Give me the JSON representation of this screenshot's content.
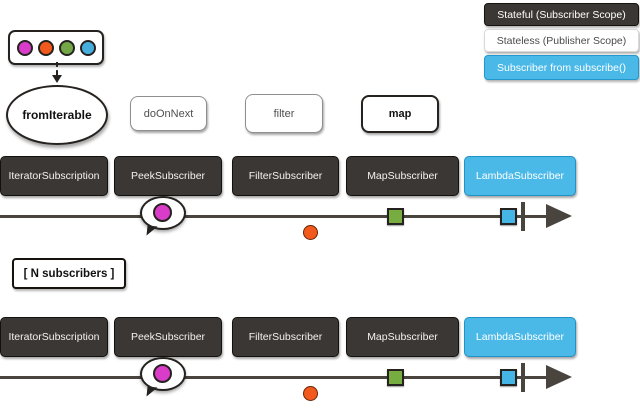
{
  "legend": {
    "items": [
      {
        "label": "Stateful (Subscriber Scope)",
        "style": "stateful",
        "bg": "#3b3734",
        "fg": "#ffffff"
      },
      {
        "label": "Stateless (Publisher Scope)",
        "style": "stateless",
        "bg": "#ffffff",
        "fg": "#4a4a4a"
      },
      {
        "label": "Subscriber from subscribe()",
        "style": "subscribe",
        "bg": "#4ab9e8",
        "fg": "#ffffff"
      }
    ]
  },
  "source": {
    "operator_label": "fromIterable",
    "box_marbles": [
      {
        "name": "magenta",
        "color": "#d93cc9"
      },
      {
        "name": "orange",
        "color": "#f2591d"
      },
      {
        "name": "green",
        "color": "#74a747"
      },
      {
        "name": "blue",
        "color": "#46aedd"
      }
    ]
  },
  "operators": [
    {
      "label": "doOnNext",
      "emphasis": false
    },
    {
      "label": "filter",
      "emphasis": false
    },
    {
      "label": "map",
      "emphasis": true
    }
  ],
  "chain": {
    "subscribers": [
      {
        "label": "IteratorSubscription",
        "scope": "stateful"
      },
      {
        "label": "PeekSubscriber",
        "scope": "stateful"
      },
      {
        "label": "FilterSubscriber",
        "scope": "stateful"
      },
      {
        "label": "MapSubscriber",
        "scope": "stateful"
      },
      {
        "label": "LambdaSubscriber",
        "scope": "subscribe"
      }
    ]
  },
  "n_subscribers_label": "[ N subscribers ]",
  "timeline": {
    "line_color": "#4a443f",
    "markers": [
      {
        "type": "speech-bubble-dot",
        "color": "#d93cc9",
        "position": "under PeekSubscriber"
      },
      {
        "type": "dot-below-line",
        "color": "#f2591d",
        "position": "under FilterSubscriber"
      },
      {
        "type": "square-on-line",
        "color": "#76ac40",
        "position": "under MapSubscriber"
      },
      {
        "type": "square-on-line",
        "color": "#45b5e5",
        "position": "under LambdaSubscriber"
      },
      {
        "type": "complete-bar"
      },
      {
        "type": "arrowhead"
      }
    ]
  }
}
